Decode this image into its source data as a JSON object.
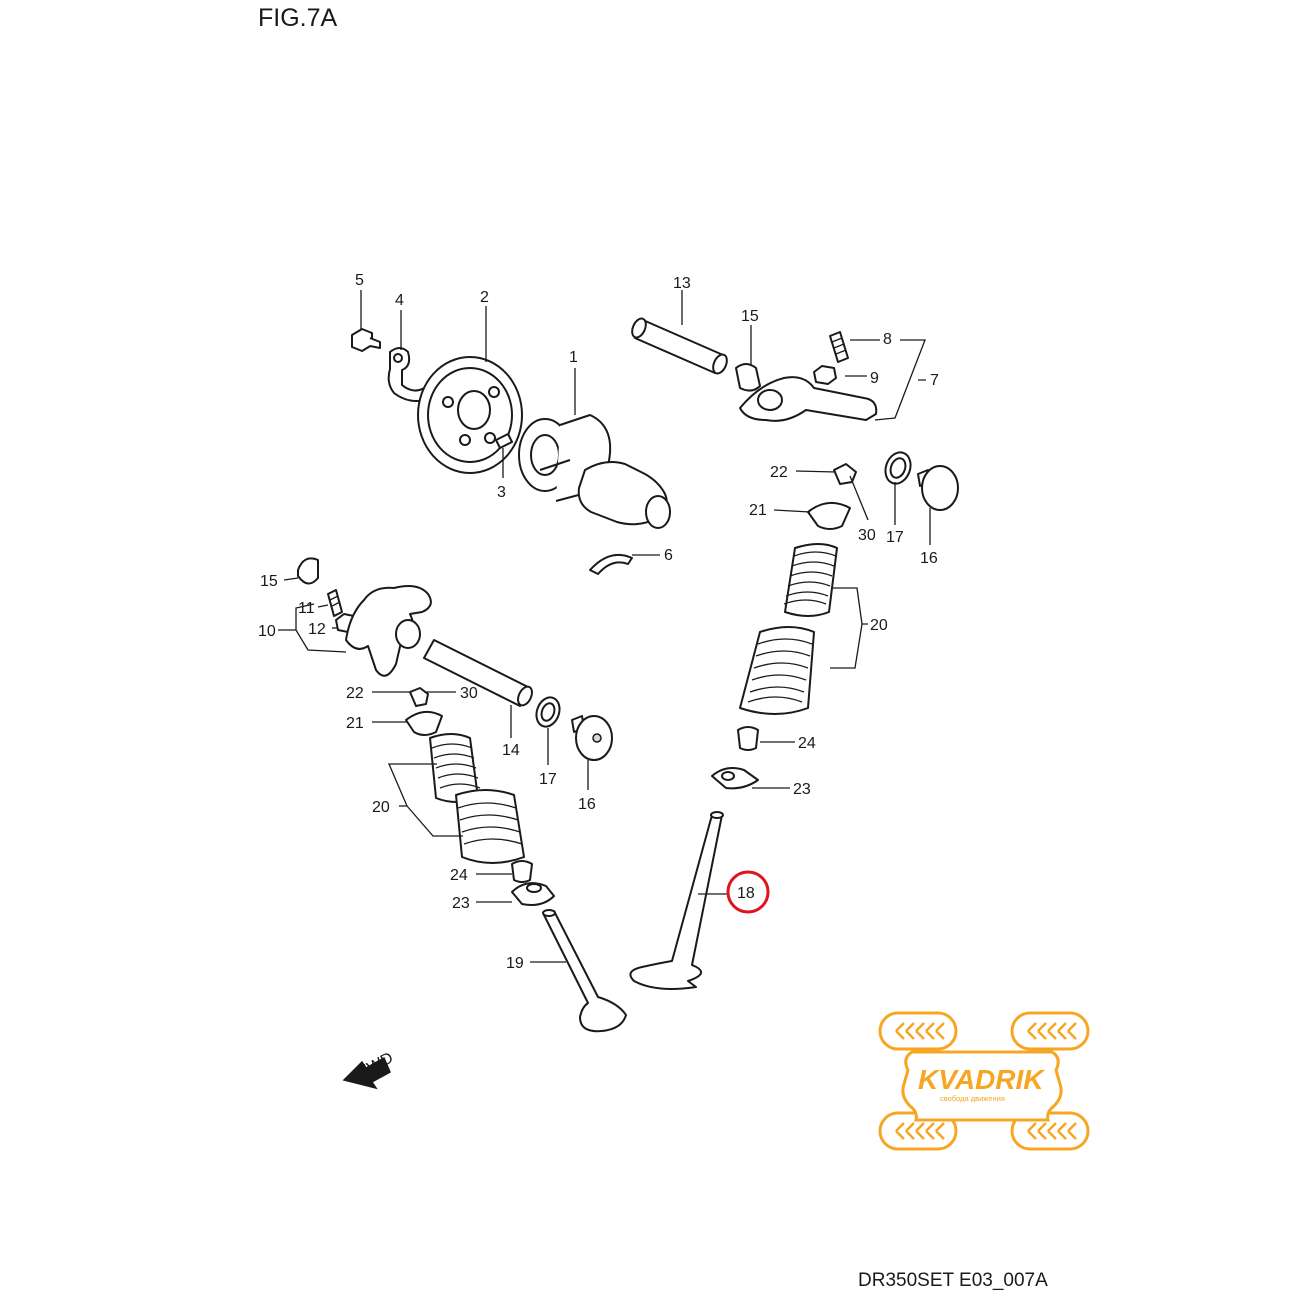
{
  "title": "FIG.7A",
  "doc_code": "DR350SET E03_007A",
  "fwd_label": "FWD",
  "highlight": {
    "part": "18",
    "color": "#e0141c"
  },
  "logo": {
    "name": "KVADRIK",
    "tagline": "свобода движения",
    "color": "#f6a623"
  },
  "callouts": {
    "c1": "1",
    "c2": "2",
    "c3": "3",
    "c4": "4",
    "c5": "5",
    "c6": "6",
    "c7": "7",
    "c8": "8",
    "c9": "9",
    "c10": "10",
    "c11": "11",
    "c12": "12",
    "c13": "13",
    "c14": "14",
    "c15a": "15",
    "c15b": "15",
    "c16a": "16",
    "c16b": "16",
    "c17a": "17",
    "c17b": "17",
    "c18": "18",
    "c19": "19",
    "c20a": "20",
    "c20b": "20",
    "c21a": "21",
    "c21b": "21",
    "c22a": "22",
    "c22b": "22",
    "c23a": "23",
    "c23b": "23",
    "c24a": "24",
    "c24b": "24",
    "c30a": "30",
    "c30b": "30"
  }
}
